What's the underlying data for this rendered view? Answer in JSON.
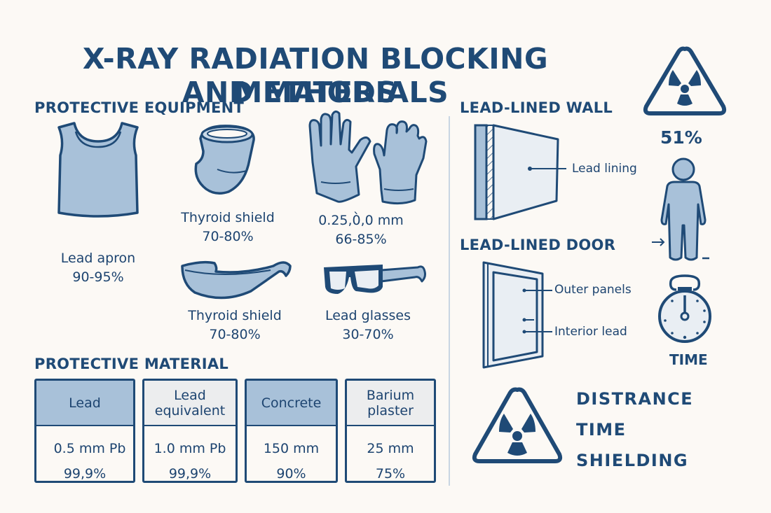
{
  "title": {
    "line1": "X-RAY RADIATION BLOCKING METHODS",
    "line2": "AND MATERIALS"
  },
  "protective_equipment": {
    "heading": "PROTECTIVE EQUIPMENT",
    "items": [
      {
        "icon": "apron-icon",
        "name": "Lead apron",
        "value": "90-95%"
      },
      {
        "icon": "thyroid-collar-icon",
        "name": "Thyroid shield",
        "value": "70-80%"
      },
      {
        "icon": "gloves-icon",
        "name": "0.25,0̀,0 mm",
        "value": "66-85%"
      },
      {
        "icon": "face-shield-icon",
        "name": "Thyroid shield",
        "value": "70-80%"
      },
      {
        "icon": "glasses-icon",
        "name": "Lead glasses",
        "value": "30-70%"
      }
    ]
  },
  "protective_material": {
    "heading": "PROTECTIVE MATERIAL",
    "cards": [
      {
        "name": "Lead",
        "thickness": "0.5 mm Pb",
        "efficiency": "99,9%",
        "header_style": "blue"
      },
      {
        "name": "Lead equivalent",
        "thickness": "1.0 mm Pb",
        "efficiency": "99,9%",
        "header_style": "grey"
      },
      {
        "name": "Concrete",
        "thickness": "150 mm",
        "efficiency": "90%",
        "header_style": "blue"
      },
      {
        "name": "Barium plaster",
        "thickness": "25 mm",
        "efficiency": "75%",
        "header_style": "grey"
      }
    ]
  },
  "lead_lined_wall": {
    "heading": "LEAD-LINED WALL",
    "callout": "Lead lining"
  },
  "lead_lined_door": {
    "heading": "LEAD-LINED DOOR",
    "callouts": [
      "Outer panels",
      "Interior lead"
    ]
  },
  "right_column": {
    "percent": "51%",
    "time_label": "TIME"
  },
  "principles": [
    "DISTRANCE",
    "TIME",
    "SHIELDING"
  ],
  "colors": {
    "background": "#fcf9f5",
    "navy": "#1f4a76",
    "light_blue": "#a8c1d9",
    "pale_grey": "#ecedee",
    "divider": "#c9d6e3"
  }
}
